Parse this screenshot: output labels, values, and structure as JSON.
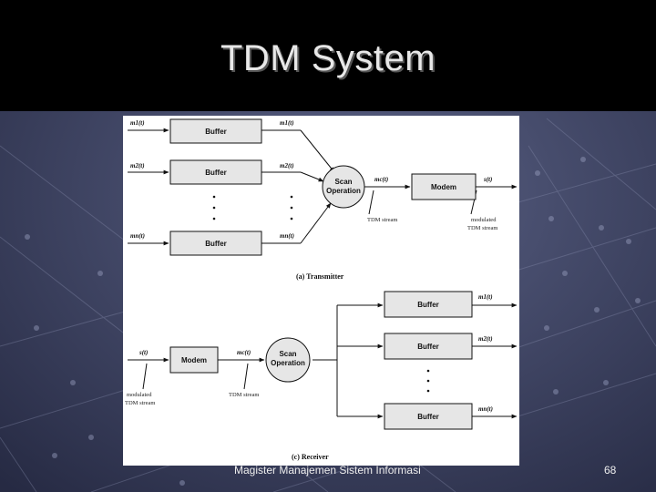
{
  "slide": {
    "title": "TDM System",
    "footer": "Magister Manajemen Sistem Informasi",
    "page_number": "68"
  },
  "transmitter": {
    "inputs": [
      "m1(t)",
      "m2(t)",
      "mn(t)"
    ],
    "buffer_label": "Buffer",
    "buffer_outputs": [
      "m1(t)",
      "m2(t)",
      "mn(t)"
    ],
    "scan_line1": "Scan",
    "scan_line2": "Operation",
    "stream_signal": "mc(t)",
    "stream_caption": "TDM stream",
    "modem_label": "Modem",
    "output_signal": "s(t)",
    "output_caption_line1": "modulated",
    "output_caption_line2": "TDM stream",
    "caption": "(a) Transmitter"
  },
  "receiver": {
    "input_signal": "s(t)",
    "input_caption_line1": "modulated",
    "input_caption_line2": "TDM stream",
    "modem_label": "Modem",
    "stream_signal": "mc(t)",
    "stream_caption": "TDM stream",
    "scan_line1": "Scan",
    "scan_line2": "Operation",
    "buffer_label": "Buffer",
    "outputs": [
      "m1(t)",
      "m2(t)",
      "mn(t)"
    ],
    "caption": "(c) Receiver"
  },
  "colors": {
    "title_bar": "#000000",
    "background": "#2e3350",
    "line_color": "#111111"
  }
}
